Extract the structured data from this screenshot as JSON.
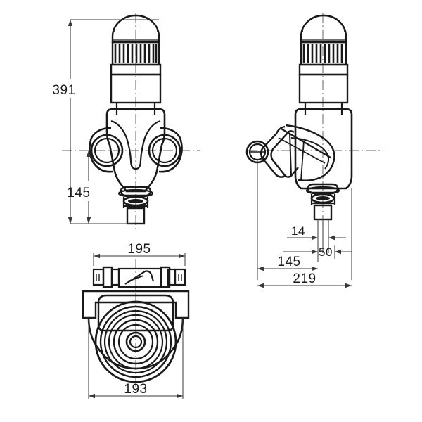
{
  "drawing": {
    "type": "engineering-drawing",
    "subject": "thermostatic mixing valve",
    "background_color": "#ffffff",
    "line_color": "#1a1a1a",
    "dimension_line_color": "#3a3a3a",
    "centerline_color": "#555555",
    "units": "mm",
    "views": [
      {
        "id": "front-view",
        "name": "front-elevation"
      },
      {
        "id": "side-view",
        "name": "side-elevation"
      },
      {
        "id": "plan-view",
        "name": "bottom-plan"
      }
    ]
  },
  "dimensions": {
    "front_height_total": "391",
    "front_height_lower": "145",
    "side_offset_small": "14",
    "side_offset_mid": "50",
    "side_width_partial": "145",
    "side_width_total": "219",
    "plan_width_top": "195",
    "plan_width_body": "193"
  }
}
